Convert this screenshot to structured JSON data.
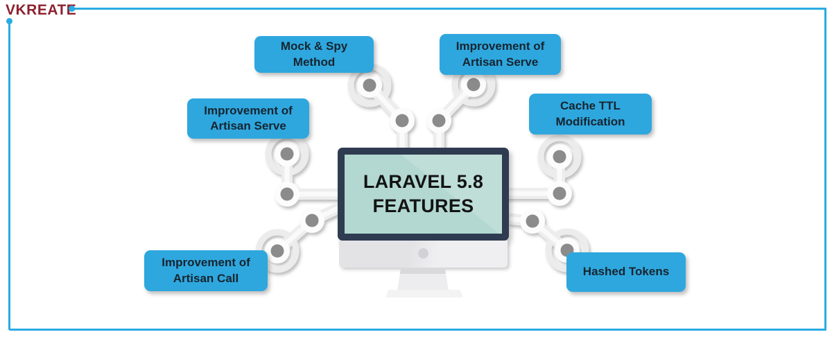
{
  "brand": {
    "logo_text": "VKREATE"
  },
  "monitor": {
    "title_line1": "LARAVEL 5.8",
    "title_line2": "FEATURES"
  },
  "features": [
    {
      "label": "Mock & Spy Method"
    },
    {
      "label": "Improvement of\nArtisan Serve"
    },
    {
      "label": "Improvement of\nArtisan Serve"
    },
    {
      "label": "Cache TTL\nModification"
    },
    {
      "label": "Improvement of\nArtisan Call"
    },
    {
      "label": "Hashed Tokens"
    }
  ],
  "colors": {
    "feature_box_blue": "#2ea7de",
    "frame_blue": "#29abe2",
    "logo_red": "#8d2130",
    "monitor_bezel": "#2f3b50",
    "monitor_screen": "#b2d8d1",
    "joint_gray": "#8b8b8b",
    "arm_light": "#ededed"
  }
}
